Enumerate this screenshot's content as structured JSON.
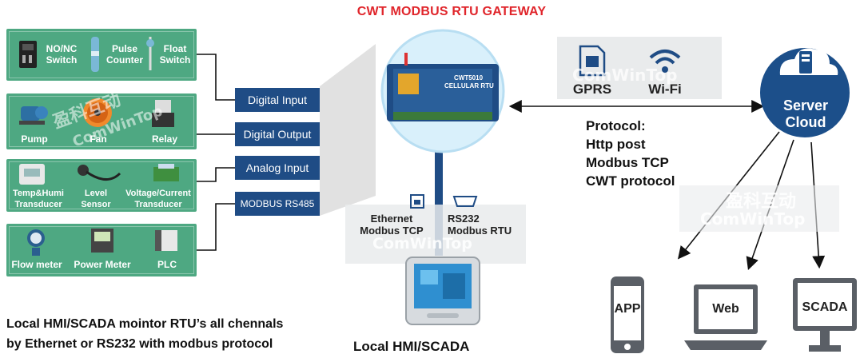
{
  "title": "CWT MODBUS RTU GATEWAY",
  "groups": {
    "g1": {
      "items": [
        "NO/NC\nSwitch",
        "Pulse\nCounter",
        "Float\nSwitch"
      ]
    },
    "g2": {
      "items": [
        "Pump",
        "Fan",
        "Relay"
      ]
    },
    "g3": {
      "items": [
        "Temp&Humi\nTransducer",
        "Level\nSensor",
        "Voltage/Current\nTransducer"
      ]
    },
    "g4": {
      "items": [
        "Flow meter",
        "Power Meter",
        "PLC"
      ]
    }
  },
  "io": [
    "Digital Input",
    "Digital Output",
    "Analog Input",
    "MODBUS RS485"
  ],
  "device": {
    "model": "CWT5010",
    "name": "CELLULAR RTU"
  },
  "wireless": {
    "gprs": "GPRS",
    "wifi": "Wi-Fi"
  },
  "protocol": {
    "heading": "Protocol:",
    "items": [
      "Http post",
      "Modbus TCP",
      "CWT protocol"
    ]
  },
  "cloud": {
    "label": "Server\nCloud"
  },
  "local": {
    "ethernet": "Ethernet\nModbus TCP",
    "rs232": "RS232\nModbus RTU",
    "hmi_label": "Local HMI/SCADA",
    "note_line1": "Local HMI/SCADA mointor RTU’s all chennals",
    "note_line2": "by Ethernet or RS232 with modbus protocol"
  },
  "endpoints": {
    "app": "APP",
    "web": "Web",
    "scada": "SCADA"
  },
  "watermark": {
    "cn": "盈科互动",
    "en": "ComWinTop"
  },
  "colors": {
    "title": "#e0252b",
    "group": "#4ea882",
    "io": "#1f4c85",
    "cloud": "#1c4f8a",
    "halo": "#d9f0fb"
  }
}
